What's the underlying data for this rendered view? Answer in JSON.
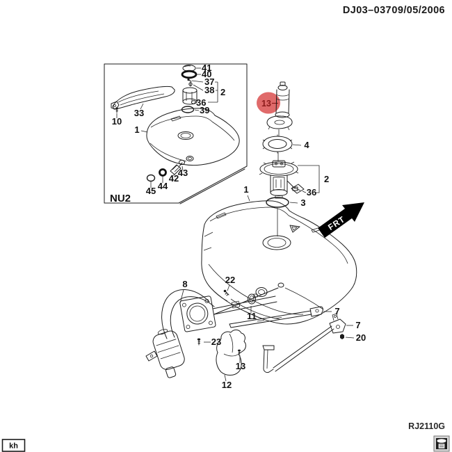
{
  "header": {
    "doc_code": "DJ03–037",
    "doc_date": "09/05/2006"
  },
  "footer": {
    "drawing_code": "RJ2110G",
    "initials": "kh",
    "corner_icon": "lamp-icon"
  },
  "inset": {
    "frame_label": "NU2",
    "callouts": {
      "c41": "41",
      "c40": "40",
      "c37": "37",
      "c38": "38",
      "c2": "2",
      "c36": "36",
      "c39": "39",
      "c33": "33",
      "c10": "10",
      "c1": "1",
      "c43": "43",
      "c42": "42",
      "c44": "44",
      "c45": "45"
    }
  },
  "main": {
    "highlight": {
      "label": "13",
      "fill": "#e06a6a",
      "label_color": "#8b1a1a"
    },
    "frt": {
      "label": "FRT",
      "fill": "#000000",
      "text_color": "#ffffff"
    },
    "callouts": {
      "c4": "4",
      "c2": "2",
      "c36": "36",
      "c3": "3",
      "c1": "1",
      "c22": "22",
      "c8": "8",
      "c11": "11",
      "c23": "23",
      "c12": "12",
      "c13": "13",
      "c7a": "7",
      "c7b": "7",
      "c20": "20"
    }
  }
}
